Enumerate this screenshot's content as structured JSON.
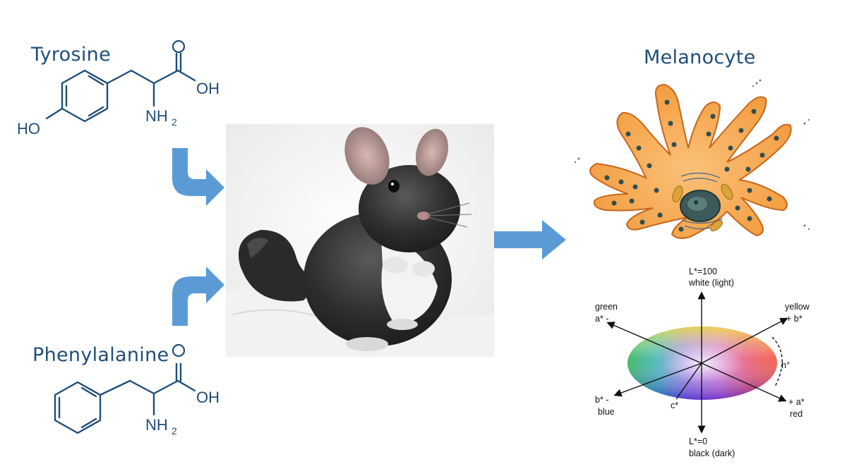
{
  "tyrosine": {
    "name": "Tyrosine",
    "oh_label": "OH",
    "ho_label": "HO",
    "o_label": "O",
    "nh_label": "NH",
    "nh_sub": "2"
  },
  "phenylalanine": {
    "name": "Phenylalanine",
    "oh_label": "OH",
    "o_label": "O",
    "nh_label": "NH",
    "nh_sub": "2"
  },
  "melanocyte": {
    "title": "Melanocyte"
  },
  "color_space": {
    "l_top": "L*=100",
    "l_top_desc": "white (light)",
    "green": "green",
    "a_minus": "a* -",
    "yellow": "yellow",
    "b_plus": "+ b*",
    "hue": "h°",
    "b_minus": "b* -",
    "blue": "blue",
    "chroma": "c*",
    "a_plus": "+ a*",
    "red": "red",
    "l_bottom": "L*=0",
    "l_bottom_desc": "black (dark)"
  },
  "colors": {
    "structure": "#1f4e79",
    "arrow": "#5b9bd5",
    "cell_body": "#f5a64a",
    "cell_edge": "#c8661a"
  }
}
